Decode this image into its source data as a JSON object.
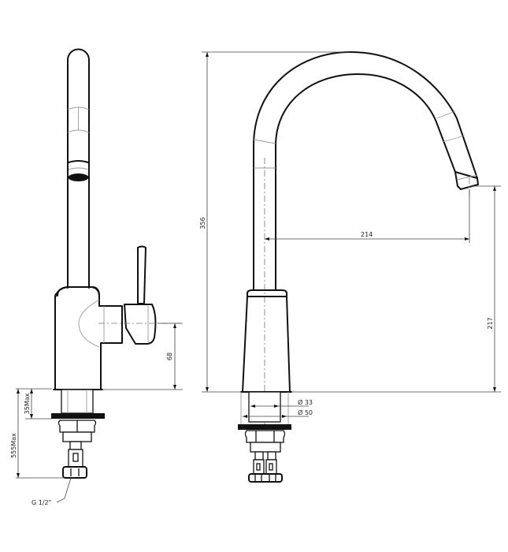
{
  "drawing": {
    "title": "Kitchen faucet technical drawing",
    "side_view": {
      "dimensions": {
        "lever_axis_height": "68",
        "max_deck_thickness": "35Max",
        "max_tail_length": "555Max",
        "connection_thread": "G 1/2\""
      }
    },
    "front_view": {
      "dimensions": {
        "total_height": "356",
        "spout_reach": "214",
        "spout_outlet_height": "217",
        "shank_diameter": "Ø 33",
        "base_diameter": "Ø 50"
      }
    },
    "colors": {
      "line": "#111111",
      "hidden_line": "#9a9a9a",
      "dimension_line": "#444444",
      "background": "#ffffff"
    }
  }
}
